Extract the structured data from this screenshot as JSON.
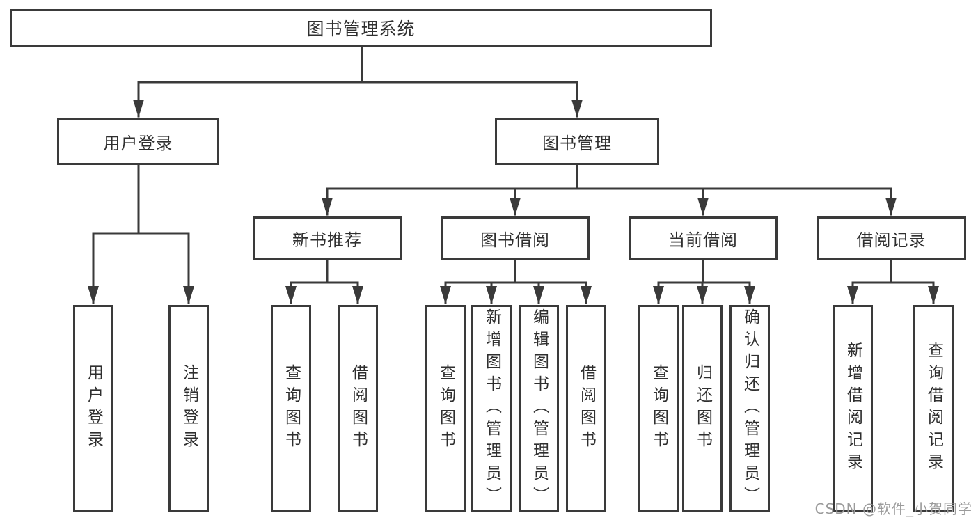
{
  "page": {
    "background": "#ffffff"
  },
  "diagram": {
    "type": "tree",
    "title": "图书管理系统",
    "line_color": "#3a3a3a",
    "text_color": "#2f2f2f",
    "watermark": "CSDN @软件_小贺同学",
    "watermark_color": "#9b9b9b",
    "tree": {
      "label": "图书管理系统",
      "children": [
        {
          "label": "用户登录",
          "children": [
            {
              "label": "用户登录"
            },
            {
              "label": "注销登录"
            }
          ]
        },
        {
          "label": "图书管理",
          "children": [
            {
              "label": "新书推荐",
              "children": [
                {
                  "label": "查询图书"
                },
                {
                  "label": "借阅图书"
                }
              ]
            },
            {
              "label": "图书借阅",
              "children": [
                {
                  "label": "查询图书"
                },
                {
                  "label": "新增图书（管理员）"
                },
                {
                  "label": "编辑图书（管理员）"
                },
                {
                  "label": "借阅图书"
                }
              ]
            },
            {
              "label": "当前借阅",
              "children": [
                {
                  "label": "查询图书"
                },
                {
                  "label": "归还图书"
                },
                {
                  "label": "确认归还（管理员）"
                }
              ]
            },
            {
              "label": "借阅记录",
              "children": [
                {
                  "label": "新增借阅记录"
                },
                {
                  "label": "查询借阅记录"
                }
              ]
            }
          ]
        }
      ]
    }
  }
}
